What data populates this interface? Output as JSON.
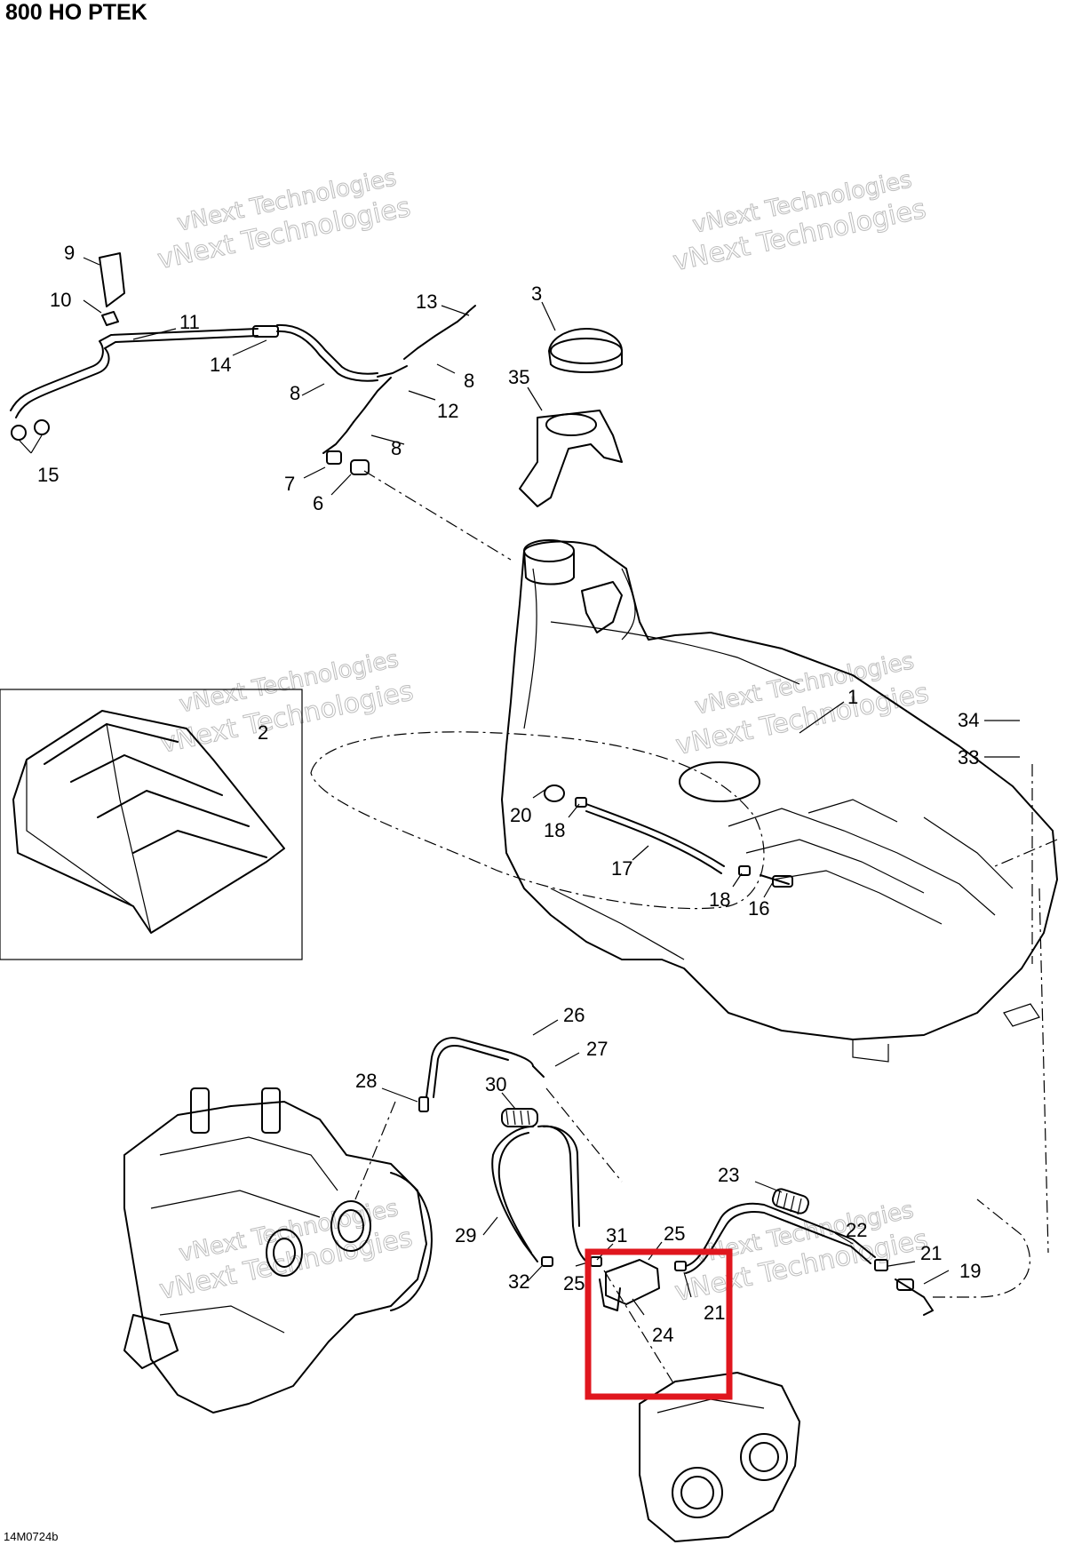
{
  "title": "800 HO PTEK",
  "drawing_number": "14M0724b",
  "watermark": "vNext Technologies",
  "highlight_color": "#e0161e",
  "callouts": [
    "1",
    "2",
    "3",
    "6",
    "7",
    "8",
    "8",
    "8",
    "9",
    "10",
    "11",
    "12",
    "13",
    "14",
    "15",
    "16",
    "17",
    "18",
    "18",
    "19",
    "20",
    "21",
    "21",
    "22",
    "23",
    "24",
    "25",
    "25",
    "26",
    "27",
    "28",
    "29",
    "30",
    "31",
    "32",
    "33",
    "34",
    "35"
  ]
}
